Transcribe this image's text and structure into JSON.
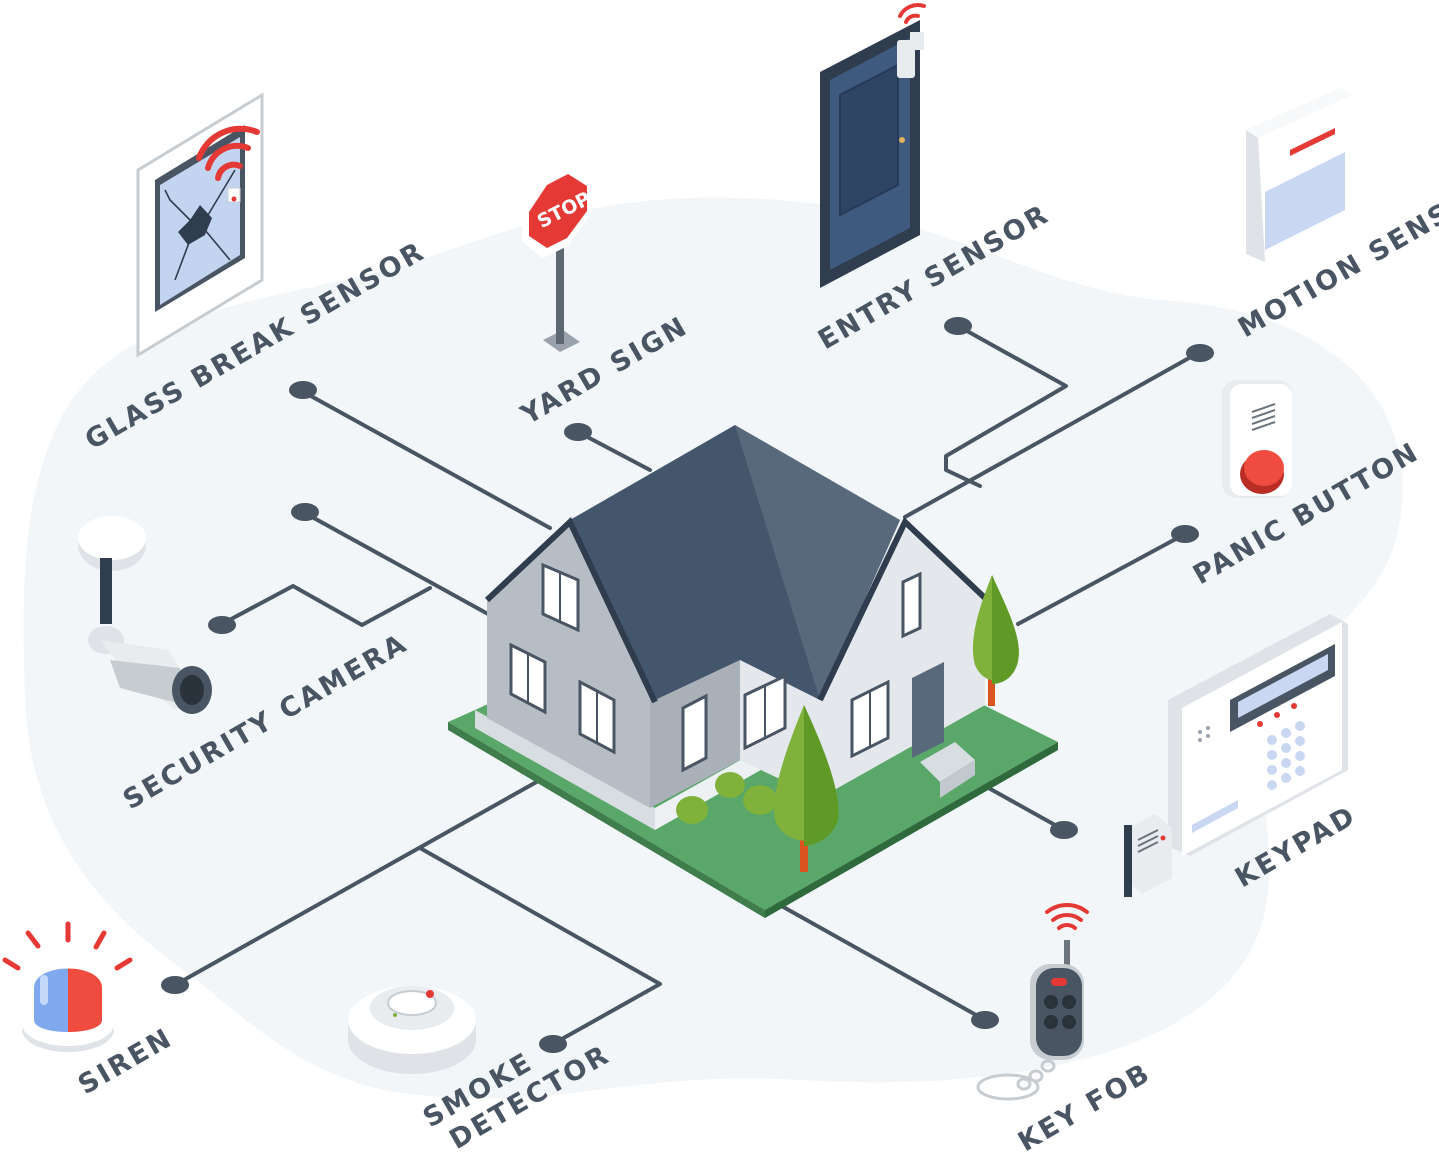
{
  "colors": {
    "blob": "#f2f6f8",
    "line": "#4a5563",
    "label": "#4a5563",
    "roof_left": "#44566c",
    "roof_right": "#59697c",
    "wall_light": "#e4e8ec",
    "wall_dark": "#b6bcc3",
    "grass": "#5aa76a",
    "tree": "#7fb13b",
    "alert_red": "#e53935"
  },
  "devices": [
    {
      "id": "glass-break-sensor",
      "label": "GLASS BREAK SENSOR",
      "icon": "broken-window-icon"
    },
    {
      "id": "yard-sign",
      "label": "YARD SIGN",
      "icon": "stop-sign-icon",
      "sign_text": "STOP"
    },
    {
      "id": "entry-sensor",
      "label": "ENTRY SENSOR",
      "icon": "door-sensor-icon"
    },
    {
      "id": "motion-sensor",
      "label": "MOTION SENSOR",
      "icon": "motion-detector-icon"
    },
    {
      "id": "panic-button",
      "label": "PANIC BUTTON",
      "icon": "panic-button-icon"
    },
    {
      "id": "keypad",
      "label": "KEYPAD",
      "icon": "alarm-keypad-icon"
    },
    {
      "id": "key-fob",
      "label": "KEY FOB",
      "icon": "key-fob-icon"
    },
    {
      "id": "smoke-detector",
      "label": "SMOKE\nDETECTOR",
      "label_lines": [
        "SMOKE",
        "DETECTOR"
      ],
      "icon": "smoke-detector-icon"
    },
    {
      "id": "siren",
      "label": "SIREN",
      "icon": "siren-icon"
    },
    {
      "id": "security-camera",
      "label": "SECURITY CAMERA",
      "icon": "security-camera-icon"
    }
  ],
  "center": {
    "icon": "house-icon"
  }
}
